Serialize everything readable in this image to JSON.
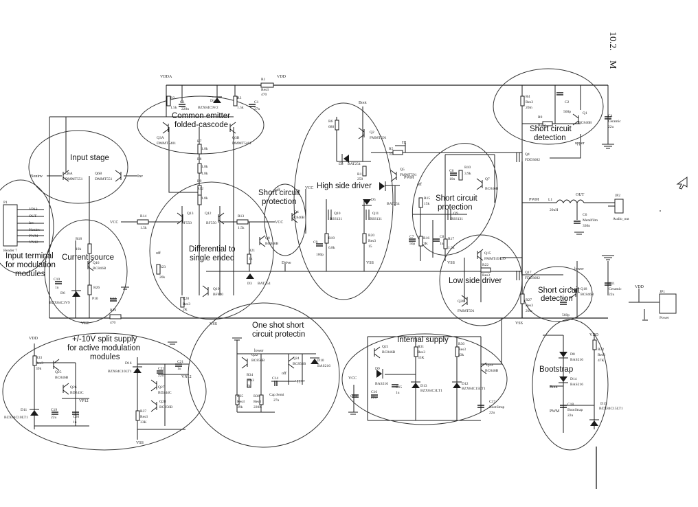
{
  "page_label": "10.2.",
  "page_label_mark": "M",
  "sections": {
    "common_emitter": "Common emitter folded-cascode",
    "input_stage": "Input stage",
    "input_terminal": "Input terminal for modulation modules",
    "current_source": "Current source",
    "diff_to_se": "Differential to single ended",
    "short_protect_1": "Short circuit protection",
    "high_side": "High side driver",
    "short_protect_2": "Short circuit protection",
    "short_detect_top": "Short circuit detection",
    "low_side": "Low side driver",
    "short_detect_bottom": "Short circuit detection",
    "split_supply": "+/-10V split supply for active modulation modules",
    "one_shot": "One shot short circuit protectin",
    "internal_supply": "Internal supply",
    "bootstrap": "Bootstrap"
  },
  "nets": {
    "vdda": "VDDA",
    "vdd1": "VDD",
    "vdd2": "VDD",
    "vdd3": "VDD",
    "vdd4": "VDD",
    "vcc1": "VCC",
    "vcc2": "VCC",
    "vcc3": "VCC",
    "vcc4": "VCC",
    "vee": "VEE",
    "vss1": "VSS",
    "vss2": "VSS",
    "vss3": "VSS",
    "vss4": "VSS",
    "vss5": "VSS",
    "pwm1": "PWM",
    "pwm2": "PWM",
    "pwm3": "PWM",
    "hi": "HI",
    "lo": "LO",
    "out": "OUT",
    "boot1": "Boot",
    "boot2": "Boot",
    "drive": "Drive",
    "off1": "off",
    "off2": "off",
    "off3": "off",
    "off4": "off",
    "upper1": "upper",
    "upper2": "upper",
    "lower1": "lower",
    "lower2": "lower",
    "nonInv": "Noninv",
    "inv": "Inv",
    "vn12": "VN12",
    "vp12": "VP12"
  },
  "components": {
    "r1": "R1",
    "r1v": "Res3",
    "r1w": "470",
    "d1": "D1",
    "d1v": "BZX84C9V2",
    "c3": "C3",
    "c3v": "220n",
    "r2": "R2",
    "r2v": "1.5k",
    "r3": "R3",
    "r3v": "1.5k",
    "c1": "C1",
    "c1v": "27n",
    "q3a": "Q3A",
    "q3av": "DMMT5401",
    "q3b": "Q3B",
    "q3bv": "DMMT5401",
    "r7": "R7",
    "r7v": "1.8k",
    "r8": "R8",
    "r8v": "1.8k",
    "r9": "R9",
    "r9v": "1.8k",
    "r12": "R12",
    "r12v": "1.8k",
    "q6a": "Q6A",
    "q6av": "DMMT551",
    "q6b": "Q6B",
    "q6bv": "DMMT551",
    "r14": "R14",
    "r14v": "1.5k",
    "r13": "R13",
    "r13v": "1.5k",
    "q13": "Q13",
    "q13v": "BF550",
    "q12": "Q12",
    "q12v": "BF550",
    "r18": "R18",
    "r18v": "10k",
    "q16": "Q16",
    "q16v": "BC846B",
    "c10": "C10",
    "c10v": "1n",
    "d6": "D6",
    "d6v": "BZX84C3V9",
    "r26": "R26",
    "r23": "R23",
    "r23v": "20k",
    "r28": "R28",
    "r28v": "Res3",
    "r28w": "2K",
    "r29": "R29",
    "r29v": "470",
    "c12": "C12",
    "p10": "P10",
    "q19": "Q19",
    "q19v": "BF840",
    "r21": "R21",
    "r21v": "1k",
    "q8": "Q8",
    "q8v": "BC846B",
    "d3": "D3",
    "d3v": "BAT254",
    "q4": "Q4",
    "q4v": "BC846B",
    "r6": "R6",
    "r6v": "680",
    "q2": "Q2",
    "q2v": "FMMT591",
    "d2": "D2",
    "d2v": "BAT254",
    "r5": "R5",
    "r5v": "33",
    "r11": "R11",
    "r11v": "250",
    "q5": "Q5",
    "q5v": "FMMT591",
    "q10": "Q10",
    "q10v": "BSS131",
    "q11": "Q11",
    "q11v": "BSS131",
    "r19": "R19",
    "r19v": "6.8k",
    "c9": "C9",
    "c9v": "100p",
    "r20": "R20",
    "r20v": "Res3",
    "r20w": "15",
    "d5": "D5",
    "d5v": "BAT254",
    "r4": "R4",
    "r4v": "Res3",
    "r4w": "20m",
    "c2": "C2",
    "c2v": "560p",
    "r9b": "R9",
    "r9bv": "Res3",
    "r9bw": "1k",
    "q1": "Q1",
    "q1v": "BC846B",
    "c4": "C4",
    "c4v": "Ceramic",
    "c4w": "22u",
    "q4m": "Q4",
    "q4mv": "FDD3682",
    "r10": "R10",
    "r10v": "3.9k",
    "c6s": "C6",
    "c6sv": "10n",
    "q7": "Q7",
    "q7v": "BC846B",
    "r15": "R15",
    "r15v": "15k",
    "c7": "C7",
    "c7v": "56p",
    "r16": "R16",
    "r16v": "2K",
    "c8": "C8",
    "c8v": "1n",
    "r17": "R17",
    "r17v": "1.5k",
    "q9": "Q9",
    "q9v": "BSS131",
    "l1": "L1",
    "l1v": "20uH",
    "c6": "C6",
    "c6v": "Metalfilm",
    "c6w": "330n",
    "jp2": "JP2",
    "jp2v": "Audio_out",
    "q15": "Q15",
    "q15v": "FMMT491",
    "r22": "R22",
    "r22v": "Res3",
    "q20": "Q20",
    "q20v": "FMMT591",
    "q17": "Q17",
    "q17v": "FDD3682",
    "r27": "R27",
    "r27v": "Res3",
    "r27w": "20m",
    "c13": "C13",
    "c13v": "560p",
    "q18": "Q18",
    "q18v": "BC846B",
    "c11": "C11",
    "c11v": "Ceramic",
    "c11w": "22u",
    "jp1": "JP1",
    "jp1v": "Power",
    "p1": "P1",
    "p1v": "Header 7",
    "r33": "R33",
    "r33v": "Res3",
    "r33w": "39k",
    "q25": "Q25",
    "q25v": "BC846B",
    "q26": "Q26",
    "q26v": "BD243C",
    "d11": "D11",
    "d11v": "BZX84C10LT1",
    "c19": "C19",
    "c19v": "22u",
    "c20": "C20",
    "c20v": "1u",
    "d16": "D16",
    "d16v": "BZX84C10LT1",
    "c22": "C22",
    "c22v": "22u",
    "c21": "C21",
    "c21v": "1u",
    "q27": "Q27",
    "q27v": "BD244C",
    "q28": "Q28",
    "q28v": "BC856B",
    "r37": "R37",
    "r37v": "Res3",
    "r37w": "33K",
    "q22": "Q22",
    "q22v": "BC856B",
    "q24": "Q24",
    "q24v": "BC856B",
    "d10": "D10",
    "d10v": "BAS216",
    "r34": "R34",
    "r34v": "Res3",
    "r34w": "2k",
    "c14": "C14",
    "c14v": "Cap Semi",
    "c14w": "27n",
    "r35": "R35",
    "r35v": "Res3",
    "r35w": "39k",
    "r36": "R36",
    "r36v": "Res3",
    "r36w": "220K",
    "q21": "Q21",
    "q21v": "BC846B",
    "d9": "D9",
    "d9v": "BAS216",
    "c16": "C16",
    "c16v": "22u",
    "c15": "C15",
    "c15v": "1u",
    "c23": "C23",
    "r31": "R31",
    "r31v": "Res3",
    "r31w": "33K",
    "d13": "D13",
    "d13v": "BZX84C3LT1",
    "r30": "R30",
    "r30v": "Res3",
    "r30w": "33k",
    "d12": "D12",
    "d12v": "BZX84C15LT1",
    "q23": "Q23",
    "q23v": "BC846B",
    "c17": "C17",
    "c17v": "BootStrap",
    "c17w": "22u",
    "d8": "D8",
    "d8v": "BAS216",
    "d14": "D14",
    "d14v": "BAS216",
    "r32": "R32",
    "r32v": "Res3",
    "r32w": "47K",
    "c18": "C18",
    "c18v": "BootStrap",
    "c18w": "22u",
    "d15": "D15",
    "d15v": "BZX84C15LT1"
  },
  "header_pins": [
    "VP12",
    "OUT",
    "Inv",
    "Noninv",
    "PWM",
    "VN12"
  ]
}
